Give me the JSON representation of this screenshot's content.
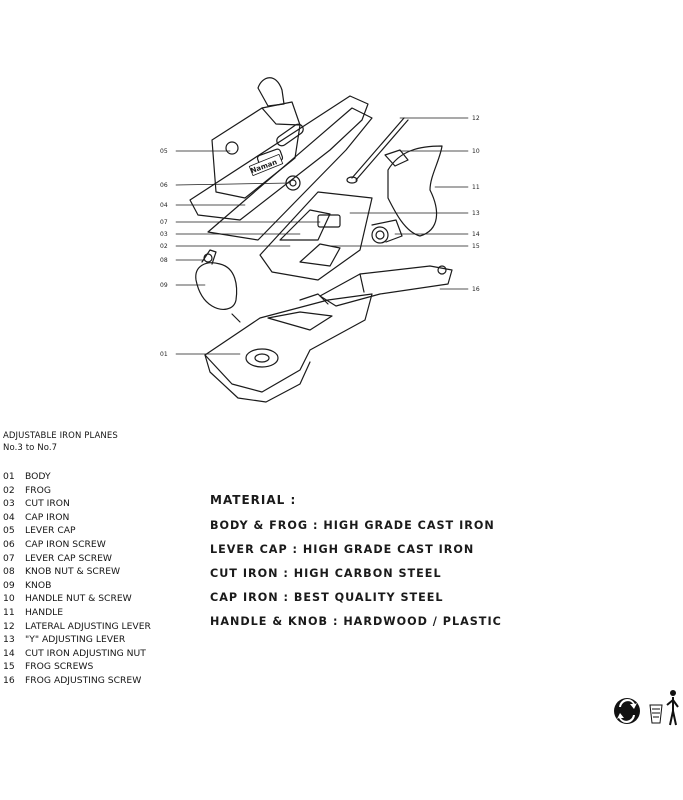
{
  "diagram": {
    "brand_plate_text": "Naman",
    "callouts": [
      {
        "id": "05",
        "label": "05"
      },
      {
        "id": "06",
        "label": "06"
      },
      {
        "id": "04",
        "label": "04"
      },
      {
        "id": "07",
        "label": "07"
      },
      {
        "id": "03",
        "label": "03"
      },
      {
        "id": "02",
        "label": "02"
      },
      {
        "id": "08",
        "label": "08"
      },
      {
        "id": "09",
        "label": "09"
      },
      {
        "id": "01",
        "label": "01"
      },
      {
        "id": "12",
        "label": "12"
      },
      {
        "id": "10",
        "label": "10"
      },
      {
        "id": "11",
        "label": "11"
      },
      {
        "id": "13",
        "label": "13"
      },
      {
        "id": "14",
        "label": "14"
      },
      {
        "id": "15",
        "label": "15"
      },
      {
        "id": "16",
        "label": "16"
      }
    ]
  },
  "title": {
    "line1": "ADJUSTABLE IRON PLANES",
    "line2": "No.3 to No.7"
  },
  "parts": [
    {
      "num": "01",
      "name": "BODY"
    },
    {
      "num": "02",
      "name": "FROG"
    },
    {
      "num": "03",
      "name": "CUT IRON"
    },
    {
      "num": "04",
      "name": "CAP IRON"
    },
    {
      "num": "05",
      "name": "LEVER CAP"
    },
    {
      "num": "06",
      "name": "CAP IRON SCREW"
    },
    {
      "num": "07",
      "name": "LEVER CAP SCREW"
    },
    {
      "num": "08",
      "name": "KNOB NUT & SCREW"
    },
    {
      "num": "09",
      "name": "KNOB"
    },
    {
      "num": "10",
      "name": "HANDLE NUT & SCREW"
    },
    {
      "num": "11",
      "name": "HANDLE"
    },
    {
      "num": "12",
      "name": "LATERAL ADJUSTING LEVER"
    },
    {
      "num": "13",
      "name": "\"Y\" ADJUSTING LEVER"
    },
    {
      "num": "14",
      "name": "CUT IRON ADJUSTING NUT"
    },
    {
      "num": "15",
      "name": "FROG SCREWS"
    },
    {
      "num": "16",
      "name": "FROG ADJUSTING SCREW"
    }
  ],
  "material": {
    "title": "MATERIAL :",
    "lines": [
      "BODY & FROG : HIGH GRADE CAST IRON",
      "LEVER CAP : HIGH GRADE CAST IRON",
      "CUT IRON : HIGH CARBON STEEL",
      "CAP IRON : BEST QUALITY STEEL",
      "HANDLE & KNOB : HARDWOOD / PLASTIC"
    ]
  },
  "icons": [
    "recycle-icon",
    "tidyman-bin-icon"
  ]
}
